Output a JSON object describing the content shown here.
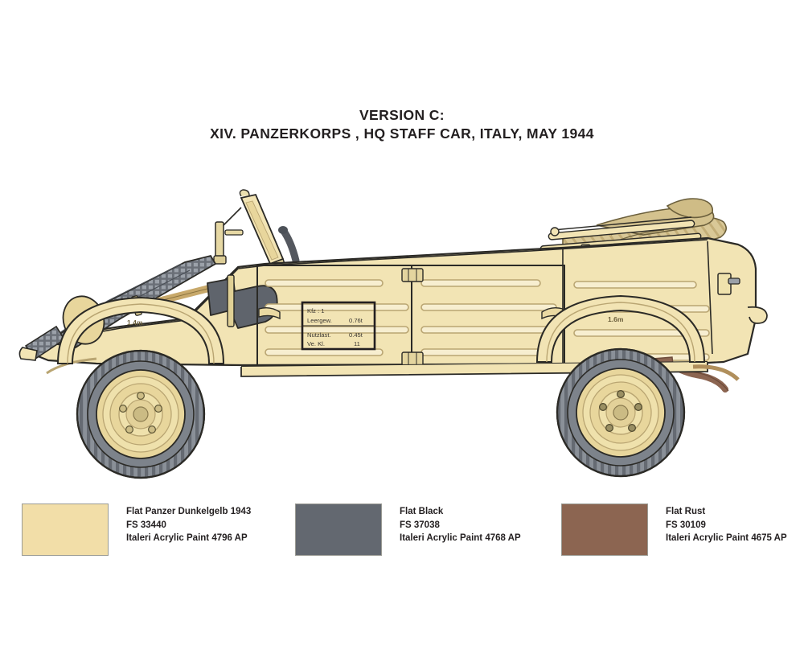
{
  "sheet": {
    "background_color": "#ffffff"
  },
  "title": {
    "line1": "VERSION C:",
    "line2": "XIV. PANZERKORPS , HQ STAFF CAR, ITALY,  MAY 1944",
    "text_color": "#231f20"
  },
  "artwork": {
    "subject": "Volkswagen Kubelwagen Type 82 side profile, left side view",
    "colors": {
      "body_fill": "#f2e4b4",
      "body_shadow": "#e8d69c",
      "body_highlight": "#f7eed0",
      "outline": "#2b2a26",
      "panel_line": "#b9a572",
      "dark_gray": "#5f646c",
      "mid_gray": "#767b84",
      "light_gray": "#9aa0a8",
      "tire_gray": "#8a9098",
      "tire_dark": "#60656d",
      "rust": "#8c6551",
      "canvas_tan": "#d9c897",
      "wood": "#c8a96b"
    },
    "data_plate": {
      "rows": [
        {
          "label": "Kfz  : 1",
          "value": ""
        },
        {
          "label": "Leergew.",
          "value": "0.76t"
        },
        {
          "label": "Nutzlast.",
          "value": "0.45t"
        },
        {
          "label": "Ve.  Kl.",
          "value": "11"
        }
      ]
    },
    "fender_markings": {
      "front": "1.4m",
      "rear": "1.6m"
    }
  },
  "paint_legend": {
    "entries": [
      {
        "color": "#f2dea8",
        "name": "Flat Panzer Dunkelgelb 1943",
        "fs_code": "FS 33440",
        "product": "Italeri Acrylic Paint 4796 AP"
      },
      {
        "color": "#636870",
        "name": "Flat Black",
        "fs_code": "FS 37038",
        "product": "Italeri Acrylic Paint 4768 AP"
      },
      {
        "color": "#8c6551",
        "name": "Flat Rust",
        "fs_code": "FS 30109",
        "product": "Italeri Acrylic Paint 4675 AP"
      }
    ]
  }
}
